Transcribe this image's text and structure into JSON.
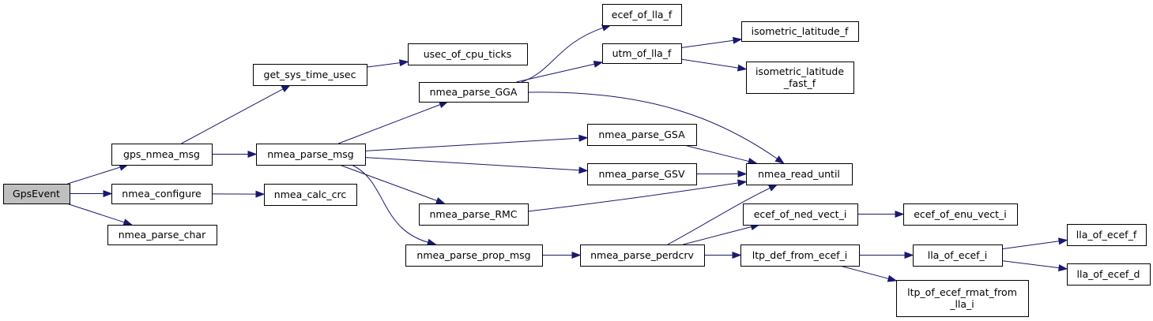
{
  "nodes": [
    {
      "id": "GpsEvent",
      "lines": [
        "GpsEvent"
      ],
      "root": true
    },
    {
      "id": "gps_nmea_msg",
      "lines": [
        "gps_nmea_msg"
      ]
    },
    {
      "id": "nmea_configure",
      "lines": [
        "nmea_configure"
      ]
    },
    {
      "id": "nmea_parse_char",
      "lines": [
        "nmea_parse_char"
      ]
    },
    {
      "id": "get_sys_time_usec",
      "lines": [
        "get_sys_time_usec"
      ]
    },
    {
      "id": "nmea_parse_msg",
      "lines": [
        "nmea_parse_msg"
      ]
    },
    {
      "id": "nmea_calc_crc",
      "lines": [
        "nmea_calc_crc"
      ]
    },
    {
      "id": "usec_of_cpu_ticks",
      "lines": [
        "usec_of_cpu_ticks"
      ]
    },
    {
      "id": "nmea_parse_GGA",
      "lines": [
        "nmea_parse_GGA"
      ]
    },
    {
      "id": "nmea_parse_RMC",
      "lines": [
        "nmea_parse_RMC"
      ]
    },
    {
      "id": "nmea_parse_prop_msg",
      "lines": [
        "nmea_parse_prop_msg"
      ]
    },
    {
      "id": "ecef_of_lla_f",
      "lines": [
        "ecef_of_lla_f"
      ]
    },
    {
      "id": "utm_of_lla_f",
      "lines": [
        "utm_of_lla_f"
      ]
    },
    {
      "id": "nmea_parse_GSA",
      "lines": [
        "nmea_parse_GSA"
      ]
    },
    {
      "id": "nmea_parse_GSV",
      "lines": [
        "nmea_parse_GSV"
      ]
    },
    {
      "id": "nmea_parse_perdcrv",
      "lines": [
        "nmea_parse_perdcrv"
      ]
    },
    {
      "id": "isometric_latitude_f",
      "lines": [
        "isometric_latitude_f"
      ]
    },
    {
      "id": "isometric_latitude_fast_f",
      "lines": [
        "isometric_latitude",
        "_fast_f"
      ]
    },
    {
      "id": "nmea_read_until",
      "lines": [
        "nmea_read_until"
      ]
    },
    {
      "id": "ecef_of_ned_vect_i",
      "lines": [
        "ecef_of_ned_vect_i"
      ]
    },
    {
      "id": "ltp_def_from_ecef_i",
      "lines": [
        "ltp_def_from_ecef_i"
      ]
    },
    {
      "id": "ecef_of_enu_vect_i",
      "lines": [
        "ecef_of_enu_vect_i"
      ]
    },
    {
      "id": "lla_of_ecef_i",
      "lines": [
        "lla_of_ecef_i"
      ]
    },
    {
      "id": "ltp_of_ecef_rmat_from_lla_i",
      "lines": [
        "ltp_of_ecef_rmat_from",
        "_lla_i"
      ]
    },
    {
      "id": "lla_of_ecef_f",
      "lines": [
        "lla_of_ecef_f"
      ]
    },
    {
      "id": "lla_of_ecef_d",
      "lines": [
        "lla_of_ecef_d"
      ]
    }
  ],
  "edges": [
    [
      "GpsEvent",
      "gps_nmea_msg"
    ],
    [
      "GpsEvent",
      "nmea_configure"
    ],
    [
      "GpsEvent",
      "nmea_parse_char"
    ],
    [
      "gps_nmea_msg",
      "get_sys_time_usec"
    ],
    [
      "gps_nmea_msg",
      "nmea_parse_msg"
    ],
    [
      "nmea_configure",
      "nmea_calc_crc"
    ],
    [
      "get_sys_time_usec",
      "usec_of_cpu_ticks"
    ],
    [
      "nmea_parse_msg",
      "nmea_parse_GGA"
    ],
    [
      "nmea_parse_msg",
      "nmea_parse_GSA"
    ],
    [
      "nmea_parse_msg",
      "nmea_parse_GSV"
    ],
    [
      "nmea_parse_msg",
      "nmea_parse_RMC"
    ],
    [
      "nmea_parse_msg",
      "nmea_parse_prop_msg"
    ],
    [
      "nmea_parse_GGA",
      "ecef_of_lla_f"
    ],
    [
      "nmea_parse_GGA",
      "utm_of_lla_f"
    ],
    [
      "nmea_parse_GGA",
      "nmea_read_until"
    ],
    [
      "utm_of_lla_f",
      "isometric_latitude_f"
    ],
    [
      "utm_of_lla_f",
      "isometric_latitude_fast_f"
    ],
    [
      "nmea_parse_GSA",
      "nmea_read_until"
    ],
    [
      "nmea_parse_GSV",
      "nmea_read_until"
    ],
    [
      "nmea_parse_RMC",
      "nmea_read_until"
    ],
    [
      "nmea_parse_prop_msg",
      "nmea_parse_perdcrv"
    ],
    [
      "nmea_parse_perdcrv",
      "nmea_read_until"
    ],
    [
      "nmea_parse_perdcrv",
      "ecef_of_ned_vect_i"
    ],
    [
      "nmea_parse_perdcrv",
      "ltp_def_from_ecef_i"
    ],
    [
      "ecef_of_ned_vect_i",
      "ecef_of_enu_vect_i"
    ],
    [
      "ltp_def_from_ecef_i",
      "lla_of_ecef_i"
    ],
    [
      "ltp_def_from_ecef_i",
      "ltp_of_ecef_rmat_from_lla_i"
    ],
    [
      "lla_of_ecef_i",
      "lla_of_ecef_f"
    ],
    [
      "lla_of_ecef_i",
      "lla_of_ecef_d"
    ]
  ]
}
